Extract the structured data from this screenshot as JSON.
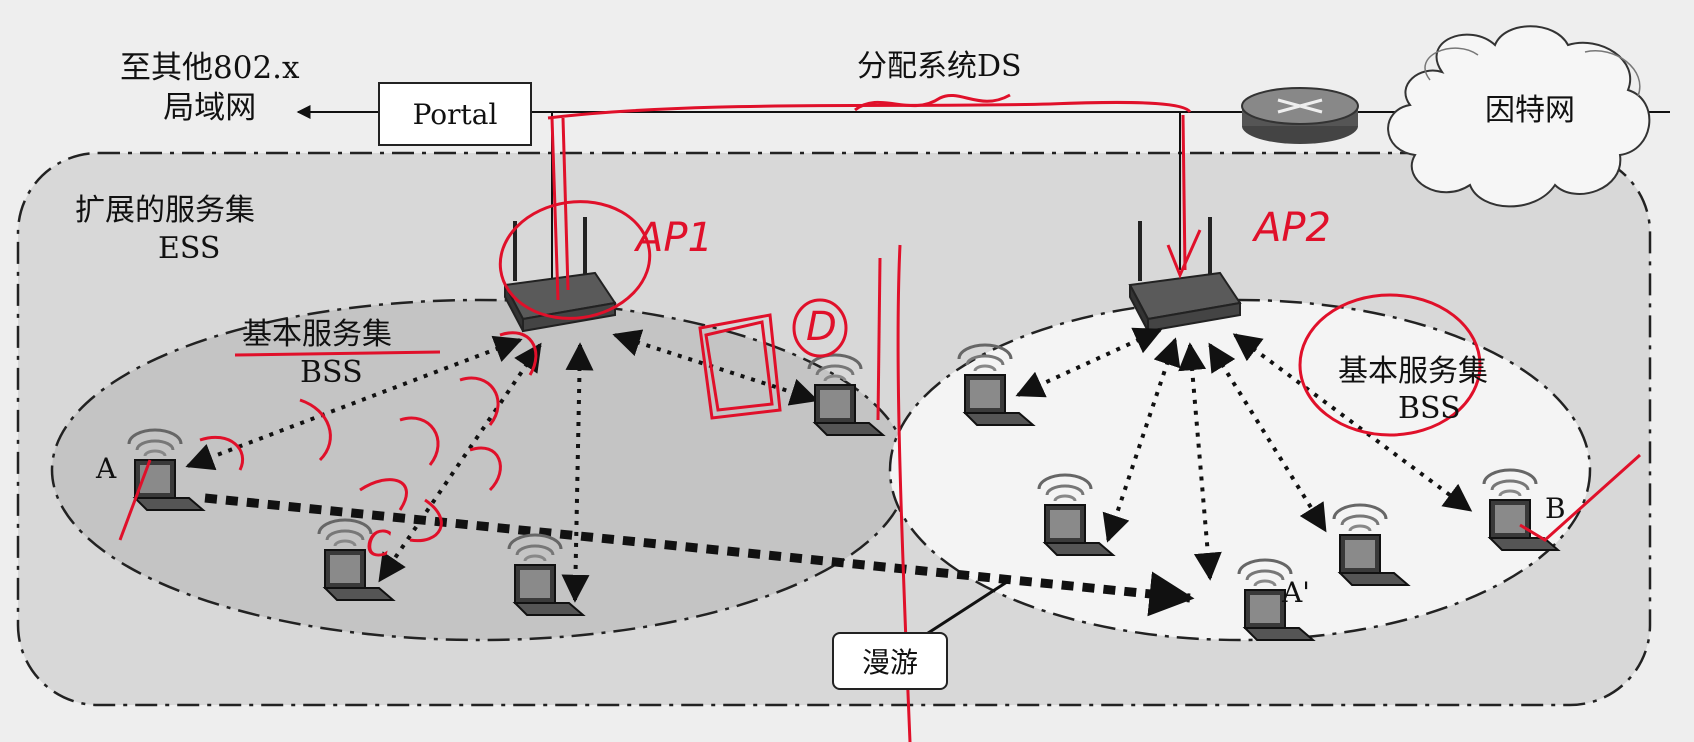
{
  "diagram": {
    "other_lan": "至其他802.x\n局域网",
    "portal": "Portal",
    "ds": "分配系统DS",
    "internet": "因特网",
    "ess_name": "扩展的服务集",
    "ess_abbr": "ESS",
    "bss_left_name": "基本服务集",
    "bss_left_abbr": "BSS",
    "bss_right_name": "基本服务集",
    "bss_right_abbr": "BSS",
    "station_a": "A",
    "station_a_prime": "A'",
    "station_b": "B",
    "roaming": "漫游"
  },
  "annotations": {
    "ap1": "AP1",
    "ap2": "AP2",
    "d": "D",
    "c": "C"
  },
  "colors": {
    "ink": "#111111",
    "annotation_red": "#e0102a",
    "ess_fill": "#d8d8d8",
    "bss_left_fill": "#c4c4c4",
    "bss_right_fill": "#f4f4f4"
  }
}
